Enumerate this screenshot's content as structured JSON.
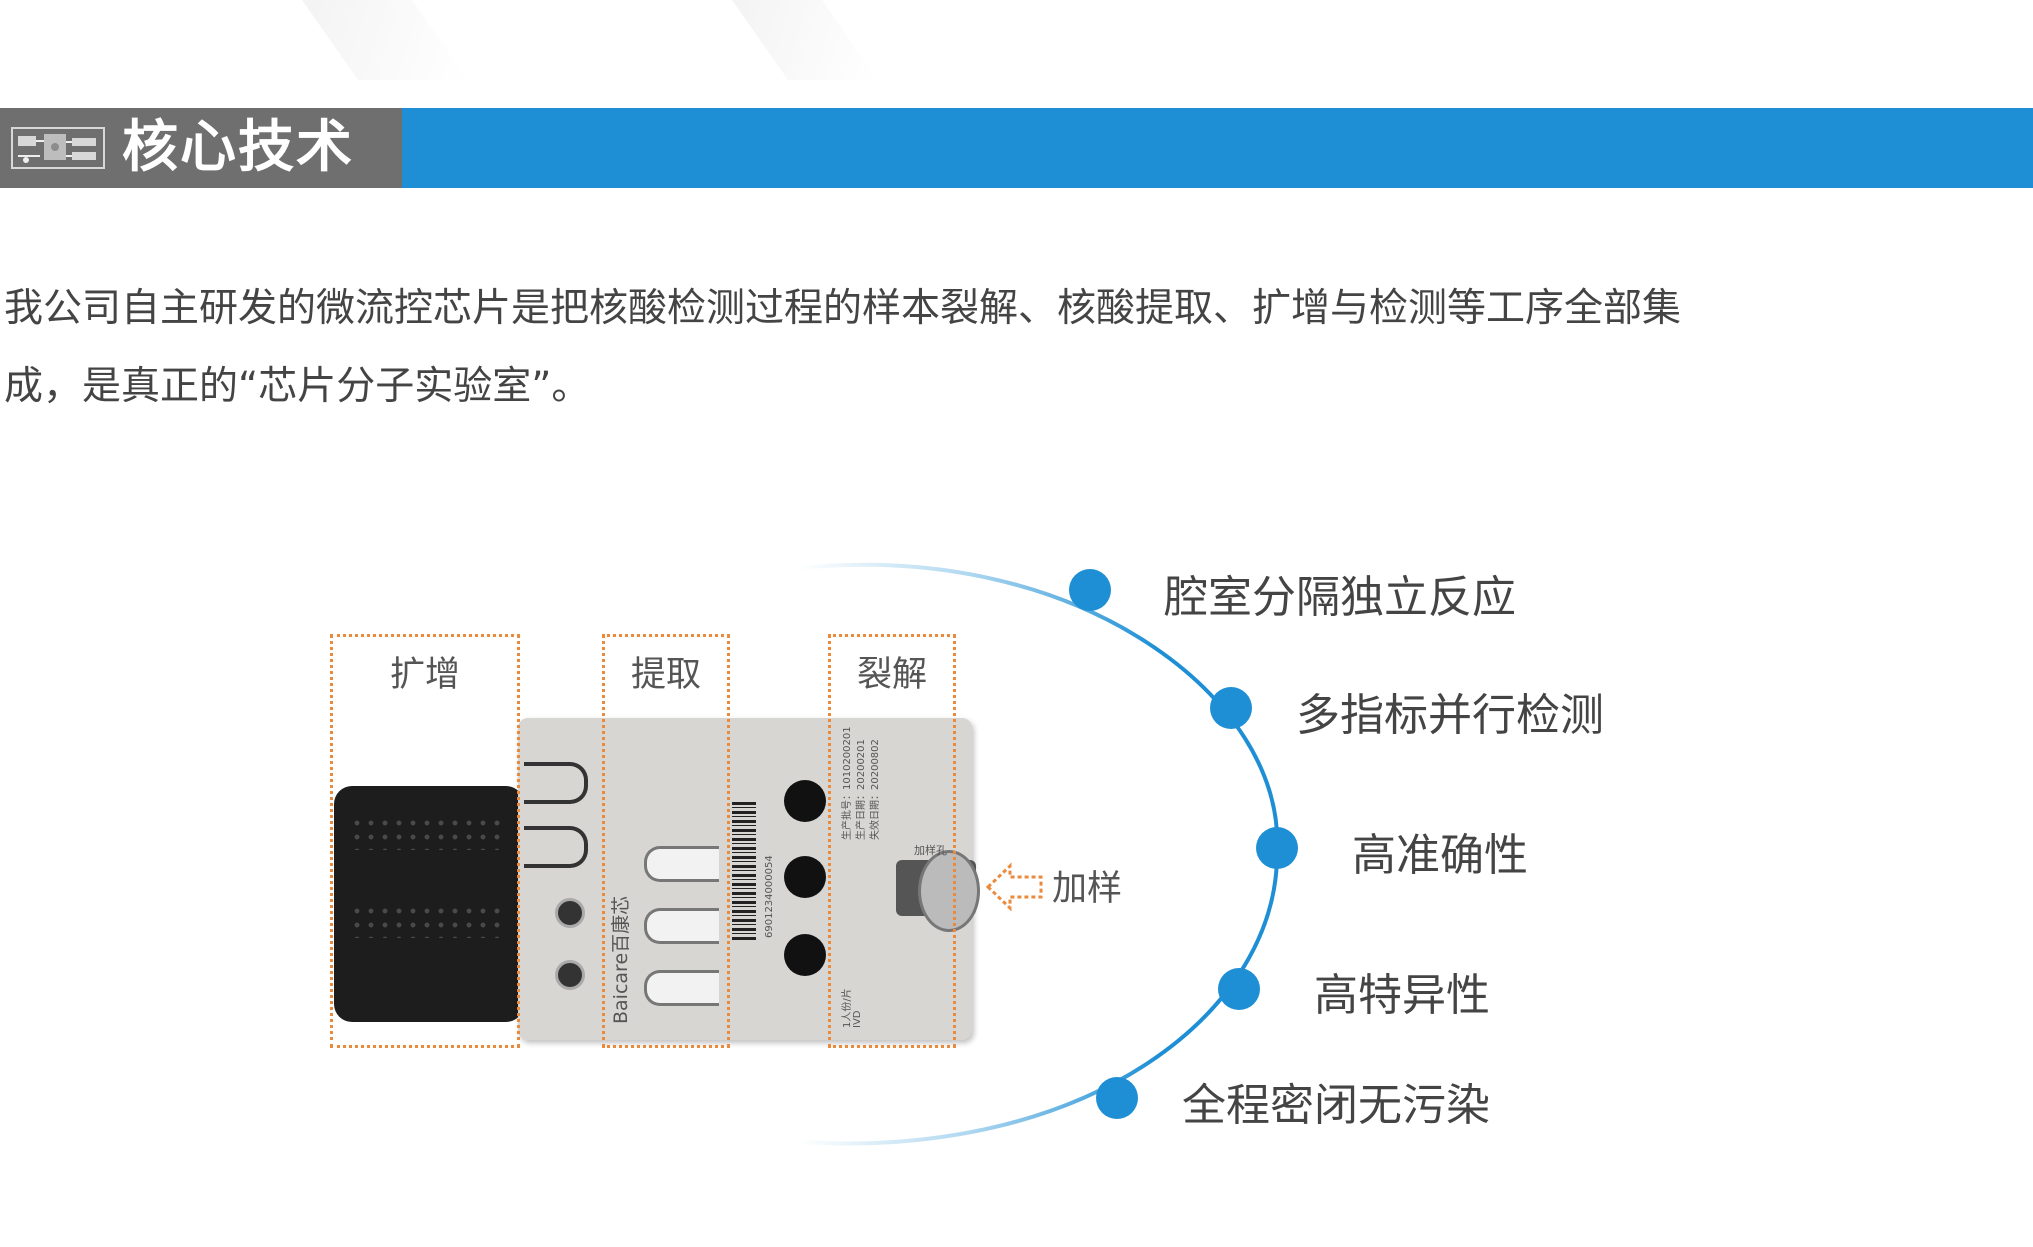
{
  "header": {
    "title": "核心技术",
    "icon": "circuit-board-icon",
    "colors": {
      "bar": "#1e8fd5",
      "title_block": "#6f6f6f"
    }
  },
  "intro": {
    "line1": "我公司自主研发的微流控芯片是把核酸检测过程的样本裂解、核酸提取、扩增与检测等工序全部集",
    "line2": "成，是真正的“芯片分子实验室”。"
  },
  "diagram": {
    "stages": [
      "扩增",
      "提取",
      "裂解"
    ],
    "sample_inlet_label": "加样",
    "chip_brand": "Baicare百康芯",
    "chip_barcode_number": "6901234000054",
    "chip_info_lines": [
      "生产批号：1010200201",
      "生产日期：20200201",
      "失效日期：20200802"
    ],
    "chip_port_label": "加样孔",
    "chip_bottom_lines": [
      "1人份/片",
      "IVD"
    ],
    "highlight_color": "#ec8a3c",
    "arrow_icon": "dotted-arrow-left-icon"
  },
  "features": [
    "腔室分隔独立反应",
    "多指标并行检测",
    "高准确性",
    "高特异性",
    "全程密闭无污染"
  ]
}
